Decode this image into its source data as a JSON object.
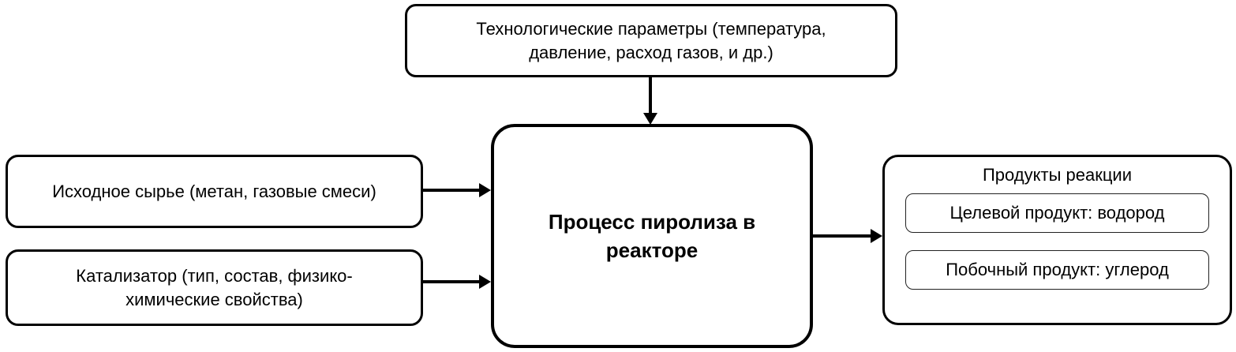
{
  "diagram": {
    "top_box": {
      "label": "Технологические параметры (температура, давление, расход газов, и др.)"
    },
    "feed_box": {
      "label": "Исходное сырье (метан, газовые смеси)"
    },
    "catalyst_box": {
      "label": "Катализатор (тип, состав, физико-химические свойства)"
    },
    "center_box": {
      "label": "Процесс пиролиза в реакторе"
    },
    "output_box": {
      "title": "Продукты реакции",
      "items": [
        {
          "label": "Целевой продукт: водород"
        },
        {
          "label": "Побочный продукт: углерод"
        }
      ]
    },
    "colors": {
      "border": "#000000",
      "background": "#ffffff",
      "text": "#000000"
    }
  }
}
